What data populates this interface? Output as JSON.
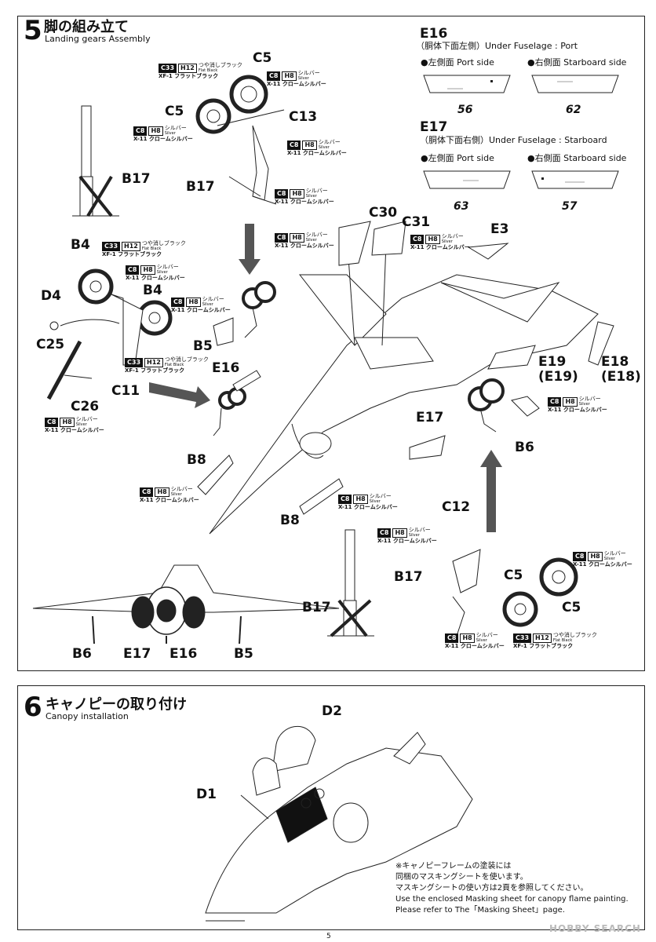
{
  "step5": {
    "number": "5",
    "title_jp": "脚の組み立て",
    "title_en": "Landing gears Assembly"
  },
  "step6": {
    "number": "6",
    "title_jp": "キャノピーの取り付け",
    "title_en": "Canopy installation"
  },
  "colors": {
    "c8": "C8",
    "h8": "H8",
    "silver_jp": "シルバー",
    "silver_en": "Silver",
    "x11": "X-11 クロームシルバー",
    "c33": "C33",
    "h12": "H12",
    "black_jp": "つや消しブラック",
    "black_en": "Flat Black",
    "xf1": "XF-1 フラットブラック"
  },
  "e16_box": {
    "label": "E16",
    "sub": "（胴体下面左側）Under Fuselage : Port",
    "left_label": "●左側面 Port side",
    "right_label": "●右側面 Starboard side",
    "left_num": "56",
    "right_num": "62"
  },
  "e17_box": {
    "label": "E17",
    "sub": "（胴体下面右側）Under Fuselage : Starboard",
    "left_label": "●左側面 Port side",
    "right_label": "●右側面 Starboard side",
    "left_num": "63",
    "right_num": "57"
  },
  "parts": {
    "C5_top": "C5",
    "C5_left": "C5",
    "C13": "C13",
    "B17_a": "B17",
    "B17_b": "B17",
    "C30": "C30",
    "C31": "C31",
    "E3": "E3",
    "B4_a": "B4",
    "B4_b": "B4",
    "D4": "D4",
    "C25": "C25",
    "C26": "C26",
    "C11": "C11",
    "B5": "B5",
    "E16": "E16",
    "E19": "E19",
    "E19p": "(E19)",
    "E18": "E18",
    "E18p": "(E18)",
    "E17": "E17",
    "B6": "B6",
    "B8_a": "B8",
    "B8_b": "B8",
    "C12": "C12",
    "B17_c": "B17",
    "B17_d": "B17",
    "C5_c": "C5",
    "C5_d": "C5",
    "front_B6": "B6",
    "front_E17": "E17",
    "front_E16": "E16",
    "front_B5": "B5",
    "D2": "D2",
    "D1": "D1"
  },
  "canopy_note": {
    "l1": "※キャノピーフレームの塗装には",
    "l2": "同梱のマスキングシートを使います。",
    "l3": "マスキングシートの使い方は2頁を参照してください。",
    "l4": "Use the enclosed Masking sheet for canopy flame painting.",
    "l5": "Please refer to The「Masking Sheet」page."
  },
  "watermark": "HOBBY SEARCH",
  "page_number": "5"
}
